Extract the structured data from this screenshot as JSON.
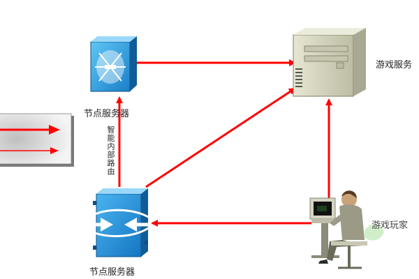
{
  "colors": {
    "arrow": "#ff0000",
    "switch_blue": "#1e8fd8",
    "server_beige": "#d4d4bc"
  },
  "labels": {
    "top_node": "节点服务器",
    "bottom_node": "节点服务器",
    "game_server": "游戏服务",
    "internal_routing": "智能内部路由",
    "player_partial": "游戏玩家"
  },
  "icons": [
    "router-icon",
    "switch-icon",
    "server-tower-icon",
    "user-computer-icon",
    "legend-arrows-icon"
  ]
}
